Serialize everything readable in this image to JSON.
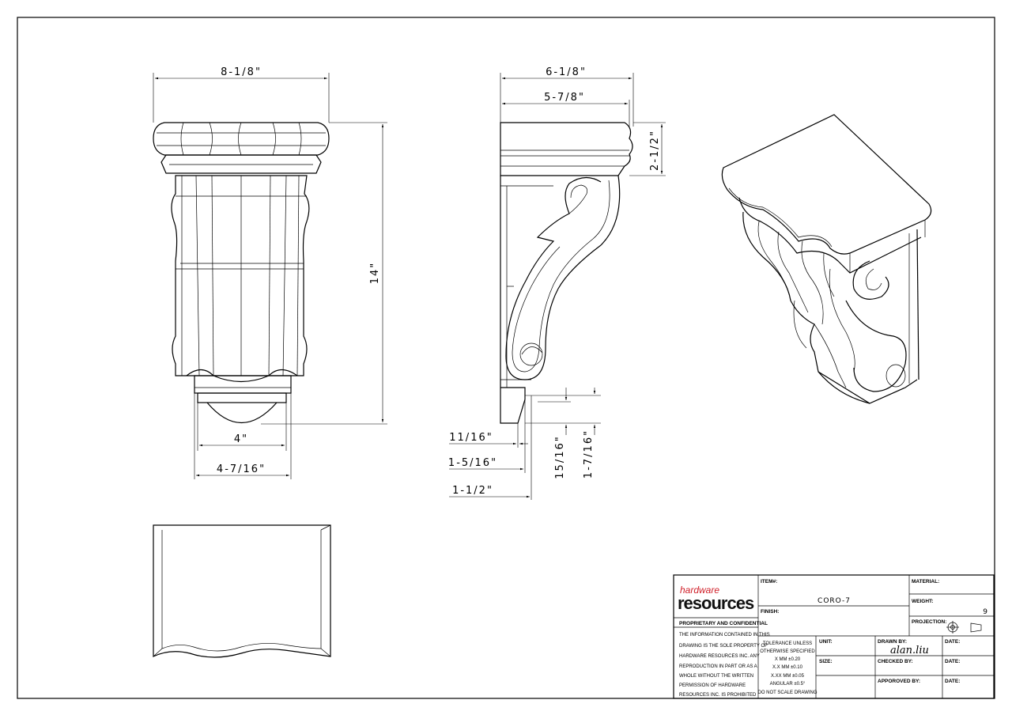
{
  "dimensions": {
    "front_width": "8-1/8\"",
    "front_height": "14\"",
    "front_bottom_inner": "4\"",
    "front_bottom_outer": "4-7/16\"",
    "side_depth_total": "6-1/8\"",
    "side_depth_inner": "5-7/8\"",
    "side_top_height": "2-1/2\"",
    "side_bottom_a": "11/16\"",
    "side_bottom_b": "1-5/16\"",
    "side_bottom_c": "1-1/2\"",
    "side_bottom_h1": "15/16\"",
    "side_bottom_h2": "1-7/16\""
  },
  "title_block": {
    "brand_line1": "hardware",
    "brand_line2": "resources",
    "proprietary_heading": "PROPRIETARY AND CONFIDENTIAL",
    "proprietary_lines": [
      "THE INFORMATION CONTAINED IN THIS",
      "DRAWING IS THE SOLE PROPERTY OF",
      "HARDWARE RESOURCES INC. ANY",
      "REPRODUCTION IN PART OR AS A",
      "WHOLE WITHOUT THE WRITTEN",
      "PERMISSION OF HARDWARE",
      "RESOURCES INC. IS PROHIBITED"
    ],
    "item_label": "ITEM#:",
    "item_value": "CORO-7",
    "material_label": "MATERIAL:",
    "weight_label": "WEIGHT:",
    "weight_value": "9",
    "finish_label": "FINISH:",
    "projection_label": "PROJECTION:",
    "tolerance_lines": [
      "TOLERANCE UNLESS",
      "OTHERWISE SPECIFIED",
      "X   MM   ±0.20",
      "X.X  MM   ±0.10",
      "X.XX  MM   ±0.05",
      "ANGULAR   ±0.5°",
      "DO NOT SCALE DRAWING"
    ],
    "unit_label": "UNIT:",
    "size_label": "SIZE:",
    "drawn_by_label": "DRAWN BY:",
    "drawn_by_value": "alan.liu",
    "checked_by_label": "CHECKED BY:",
    "approved_by_label": "APPOROVED BY:",
    "date_label": "DATE:"
  }
}
